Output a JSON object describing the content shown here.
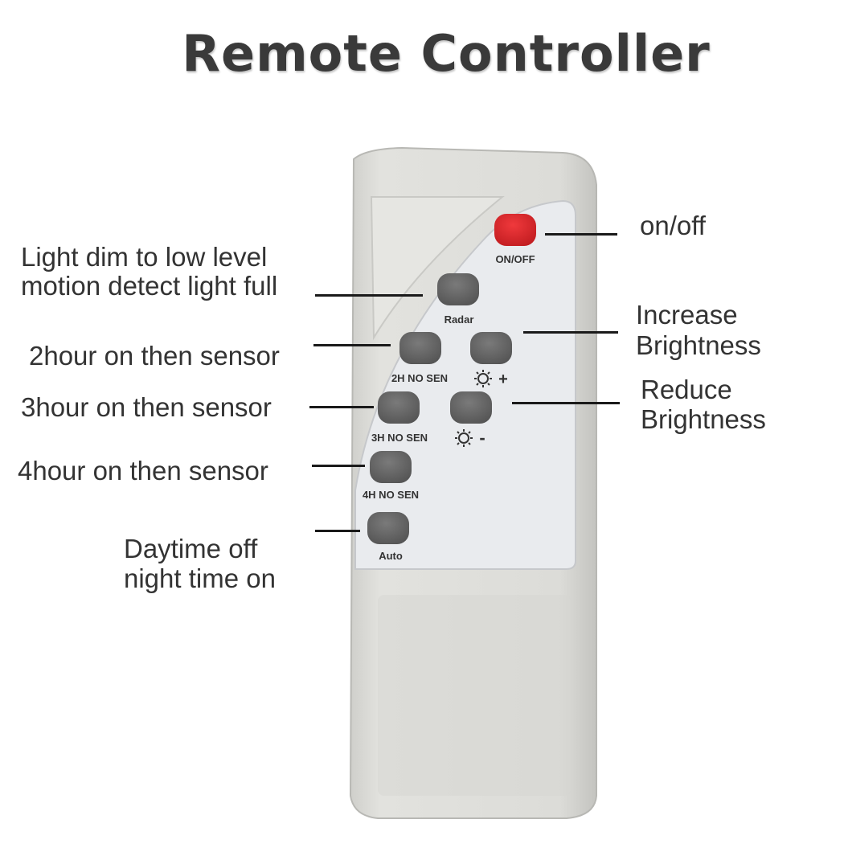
{
  "title": "Remote Controller",
  "colors": {
    "body": "#dcdcd8",
    "panel": "#e9ebee",
    "button": "#636363",
    "power_button": "#d8262a"
  },
  "remote": {
    "buttons": {
      "onoff": "ON/OFF",
      "radar": "Radar",
      "h2": "2H NO SEN",
      "h3": "3H NO SEN",
      "h4": "4H NO SEN",
      "auto": "Auto",
      "bright_up": "+",
      "bright_down": "-"
    }
  },
  "annotations": {
    "onoff": "on/off",
    "radar_line1": "Light dim to low level",
    "radar_line2": "motion detect light full",
    "h2": "2hour on then sensor",
    "h3": "3hour on then sensor",
    "h4": "4hour on then sensor",
    "increase_line1": "Increase",
    "increase_line2": "Brightness",
    "reduce_line1": "Reduce",
    "reduce_line2": "Brightness",
    "auto_line1": "Daytime off",
    "auto_line2": "night time on"
  }
}
